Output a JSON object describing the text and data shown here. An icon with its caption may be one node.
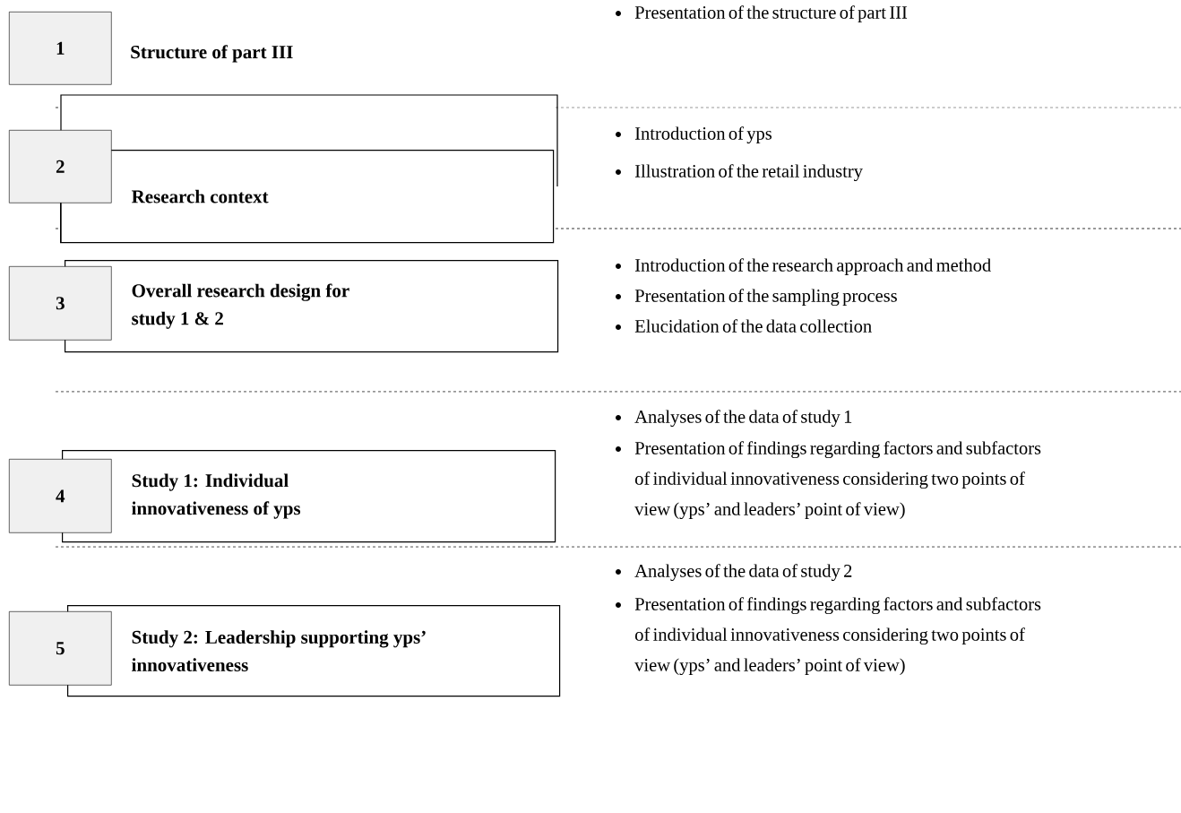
{
  "diagram": {
    "nodes": [
      {
        "text": [
          "1"
        ]
      },
      {
        "text": [
          "2"
        ]
      },
      {
        "text": [
          "Research context"
        ]
      },
      {
        "text": [
          "3"
        ]
      },
      {
        "text": [
          "Overall research design for study 1 & 2"
        ]
      },
      {
        "text": [
          "4"
        ]
      },
      {
        "text": [
          "Study 1: Individual innovativeness of yps"
        ]
      },
      {
        "text": [
          "5"
        ]
      },
      {
        "text": [
          "Study 2: Leadership supporting yps’ innovativeness"
        ]
      }
    ],
    "labels": [
      "Structure of part III",
      "Presentation of the structure of part III",
      "Introduction of yps",
      "Illustration of the retail industry",
      "Introduction of the research approach and method",
      "Presentation of the sampling process",
      "Elucidation of the data collection",
      "Analyses of the data of study 1",
      "Presentation of findings regarding factors and subfactors of individual innovativeness considering two points of view (yps’ and leaders’ point of view)",
      "Analyses of the data of study 2",
      "Presentation of findings regarding factors and subfactors of individual innovativeness considering two points of view (yps’ and leaders’ point of view)"
    ]
  }
}
